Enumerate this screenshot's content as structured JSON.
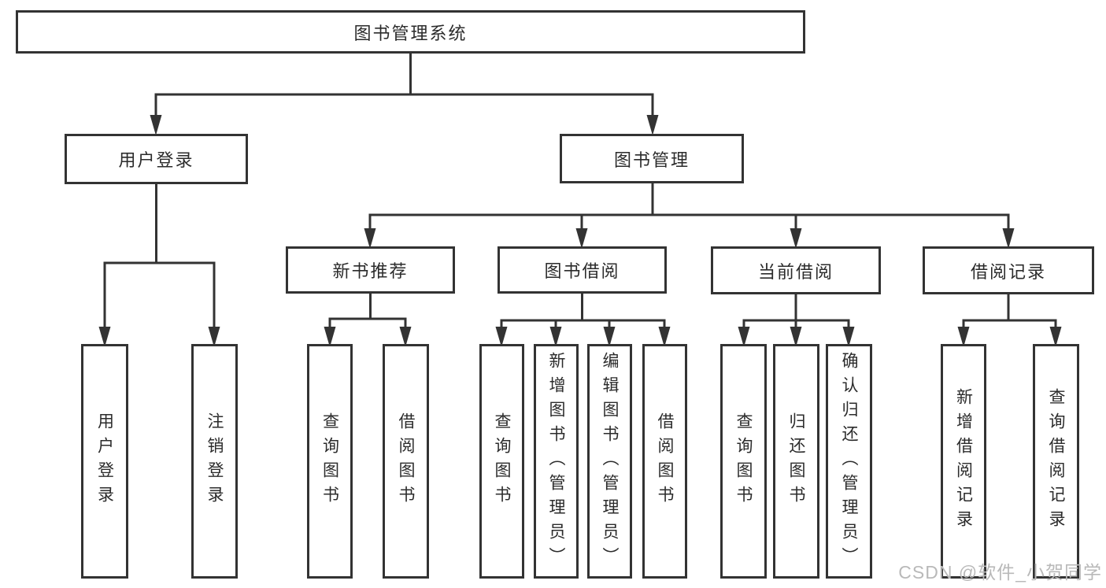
{
  "root": {
    "label": "图书管理系统"
  },
  "branches": [
    {
      "label": "用户登录",
      "children": [
        {
          "label": "用户登录"
        },
        {
          "label": "注销登录"
        }
      ]
    },
    {
      "label": "图书管理",
      "children": [
        {
          "label": "新书推荐",
          "children": [
            {
              "label": "查询图书"
            },
            {
              "label": "借阅图书"
            }
          ]
        },
        {
          "label": "图书借阅",
          "children": [
            {
              "label": "查询图书"
            },
            {
              "label": "新增图书（管理员）"
            },
            {
              "label": "编辑图书（管理员）"
            },
            {
              "label": "借阅图书"
            }
          ]
        },
        {
          "label": "当前借阅",
          "children": [
            {
              "label": "查询图书"
            },
            {
              "label": "归还图书"
            },
            {
              "label": "确认归还（管理员）"
            }
          ]
        },
        {
          "label": "借阅记录",
          "children": [
            {
              "label": "新增借阅记录"
            },
            {
              "label": "查询借阅记录"
            }
          ]
        }
      ]
    }
  ],
  "watermark": {
    "text": "CSDN @软件_小贺同学"
  },
  "colors": {
    "line": "#333333",
    "box_border": "#333333",
    "box_fill": "#ffffff",
    "text": "#2b2b2b",
    "watermark": "#b9b9b9",
    "background": "#ffffff"
  }
}
